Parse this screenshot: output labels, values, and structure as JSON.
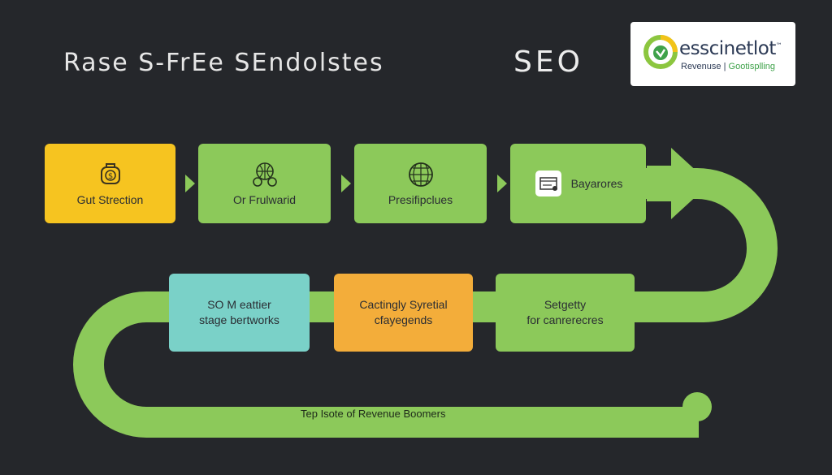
{
  "header": {
    "title": "Rase S-FrEe SEndolstes",
    "seo": "SEO"
  },
  "logo": {
    "name": "esscinetlot",
    "tm": "™",
    "tagline_1": "Revenuse",
    "tagline_sep": " | ",
    "tagline_2": "Gootisplling"
  },
  "colors": {
    "background": "#25272b",
    "green": "#8cc95a",
    "yellow": "#f6c420",
    "teal": "#7ad1c8",
    "orange": "#f3ad3a"
  },
  "steps_row1": [
    {
      "label": "Gut Strection",
      "icon": "dollar-coin-icon",
      "color": "#f6c420"
    },
    {
      "label": "Or Frulwarid",
      "icon": "bicycle-globe-icon",
      "color": "#8cc95a"
    },
    {
      "label": "Presifipclues",
      "icon": "globe-icon",
      "color": "#8cc95a"
    },
    {
      "label": "Bayarores",
      "icon": "browser-window-icon",
      "color": "#8cc95a"
    }
  ],
  "steps_row2": [
    {
      "line1": "SO M eattier",
      "line2": "stage bertworks",
      "color": "#7ad1c8"
    },
    {
      "line1": "Cactingly Syretial",
      "line2": "cfayegends",
      "color": "#f3ad3a"
    },
    {
      "line1": "Setgetty",
      "line2": "for canrerecres",
      "color": "#8cc95a"
    }
  ],
  "bottom_label": "Tep Isote of Revenue Boomers"
}
